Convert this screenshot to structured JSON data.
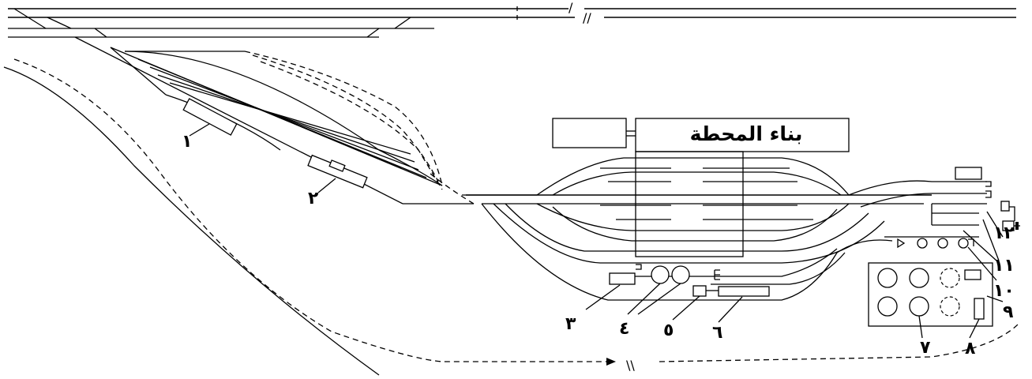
{
  "station_building": {
    "label": "بناء المحطة"
  },
  "main_line_marks": {
    "single": "/",
    "double": "//"
  },
  "route_mark": "\\\\",
  "labels": {
    "n1": "١",
    "n2": "٢",
    "n3": "٣",
    "n4": "٤",
    "n5": "٥",
    "n6": "٦",
    "n7": "٧",
    "n8": "٨",
    "n9": "٩",
    "n10": "١٠",
    "n11": "١١",
    "n12": "١٢"
  }
}
